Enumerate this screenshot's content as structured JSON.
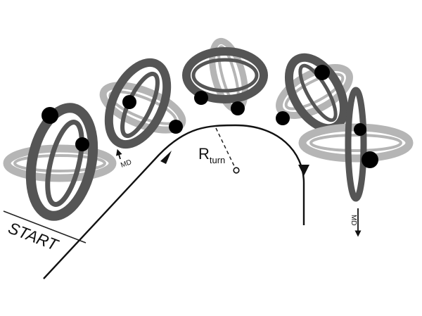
{
  "labels": {
    "start": "START",
    "radius_main": "R",
    "radius_sub": "turn",
    "md_first": "MD",
    "md_last": "MD"
  },
  "colors": {
    "ring_dark": "#555555",
    "ring_light": "#b5b5b5",
    "ball": "#000000",
    "path": "#111111",
    "background": "#ffffff"
  },
  "icons": [
    "gyroscope-icon",
    "ball-icon",
    "arrow-icon"
  ]
}
